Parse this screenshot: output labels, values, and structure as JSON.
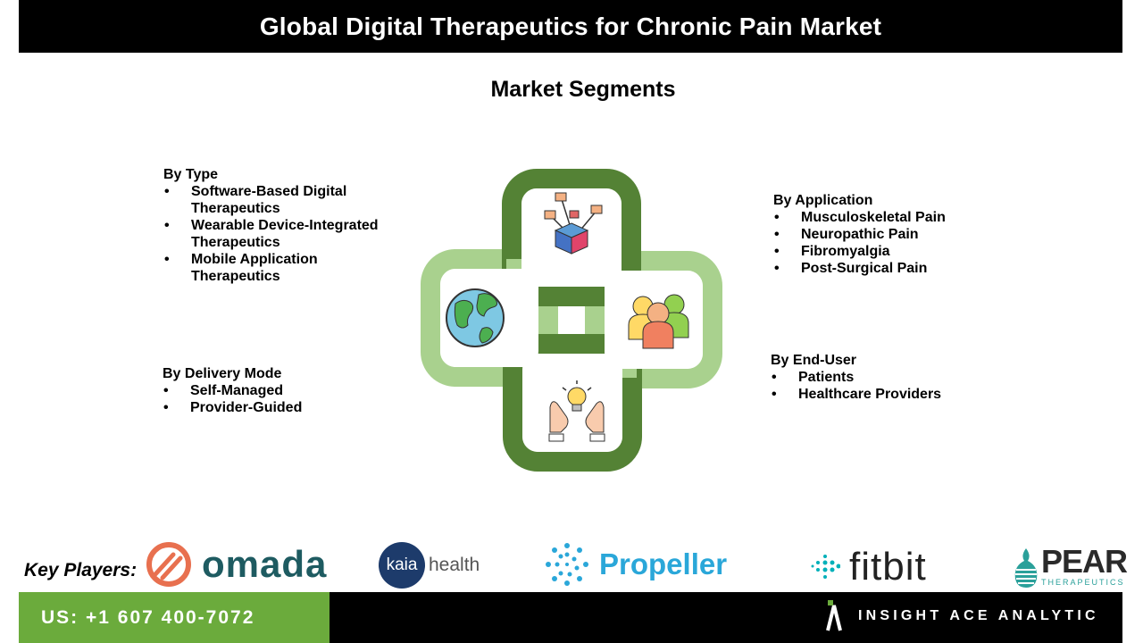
{
  "header": {
    "title": "Global Digital Therapeutics for Chronic Pain Market"
  },
  "subtitle": "Market Segments",
  "segments": {
    "type": {
      "title": "By Type",
      "items": [
        "Software-Based Digital Therapeutics",
        "Wearable Device-Integrated Therapeutics",
        "Mobile Application Therapeutics"
      ]
    },
    "application": {
      "title": "By Application",
      "items": [
        "Musculoskeletal Pain",
        "Neuropathic Pain",
        "Fibromyalgia",
        "Post-Surgical Pain"
      ]
    },
    "delivery": {
      "title": "By Delivery Mode",
      "items": [
        "Self-Managed",
        "Provider-Guided"
      ]
    },
    "enduser": {
      "title": "By  End-User",
      "items": [
        "Patients",
        "Healthcare Providers"
      ]
    }
  },
  "diagram": {
    "icons": [
      "network-cube-icon",
      "globe-icon",
      "people-group-icon",
      "lightbulb-hands-icon"
    ],
    "colors": {
      "dark_green": "#548235",
      "light_green": "#a9d18e"
    }
  },
  "key_players": {
    "label": "Key Players:",
    "logos": [
      {
        "name": "omada",
        "text": "omada"
      },
      {
        "name": "kaia",
        "mark": "kaia",
        "text": "health"
      },
      {
        "name": "propeller",
        "text": "Propeller"
      },
      {
        "name": "fitbit",
        "text": "fitbit"
      },
      {
        "name": "pear",
        "text": "PEAR",
        "sub": "THERAPEUTICS"
      }
    ]
  },
  "footer": {
    "phone": "US: +1 607 400-7072",
    "brand": "INSIGHT ACE ANALYTIC"
  }
}
